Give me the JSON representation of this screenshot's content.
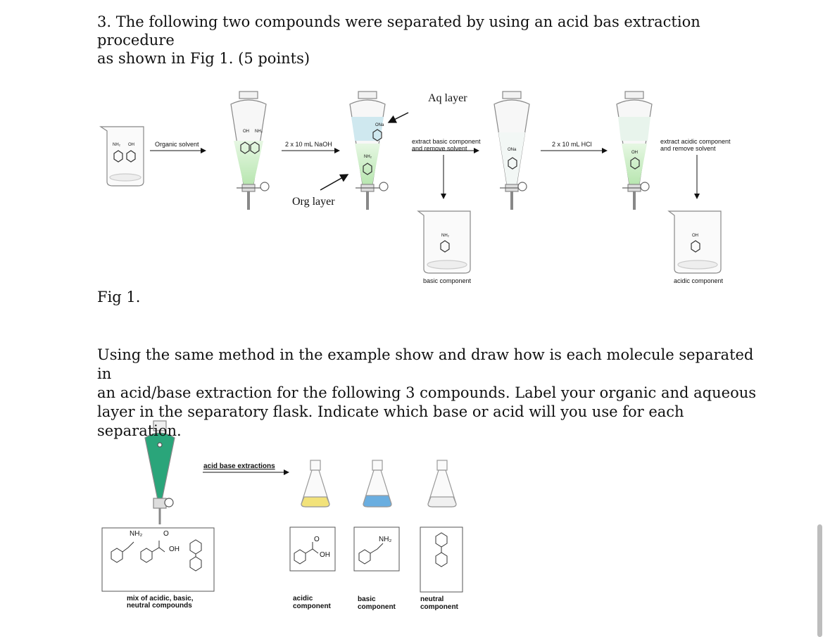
{
  "question": {
    "line1": "3. The following two compounds were separated by using an acid bas extraction procedure",
    "line2": "as shown in Fig 1. (5  points)"
  },
  "fig1": {
    "caption": "Fig 1.",
    "beaker_labels": [
      "NH₂",
      "OH"
    ],
    "organic_solvent": "Organic solvent",
    "naoh": "2 x 10 mL NaOH",
    "hcl": "2 x 10 mL HCl",
    "extract_basic_1": "extract basic component",
    "extract_basic_2": "and remove solvent",
    "extract_acidic_1": "extract acidic component",
    "extract_acidic_2": "and remove solvent",
    "aq_layer": "Aq layer",
    "org_layer": "Org layer",
    "basic_component": "basic component",
    "acidic_component": "acidic component",
    "ona": "ONa",
    "nh2": "NH₂",
    "oh": "OH"
  },
  "instructions": {
    "line1": "Using the same method in the example show and draw how is each molecule separated in",
    "line2": "an acid/base extraction for the following 3 compounds. Label your organic and aqueous",
    "line3": "layer in the separatory flask. Indicate which base or acid will you use for each separation."
  },
  "fig2": {
    "arrow_label": "acid base extractions",
    "mix_label_1": "mix of acidic, basic,",
    "mix_label_2": "neutral compounds",
    "nh2": "NH₂",
    "o": "O",
    "oh": "OH",
    "acidic_1": "acidic",
    "acidic_2": "component",
    "basic_1": "basic",
    "basic_2": "component",
    "neutral_1": "neutral",
    "neutral_2": "component",
    "colors": {
      "green": "#2aa57a",
      "yellow": "#f2e27a",
      "blue": "#6aaee0",
      "light_green": "#c8efc0"
    }
  }
}
